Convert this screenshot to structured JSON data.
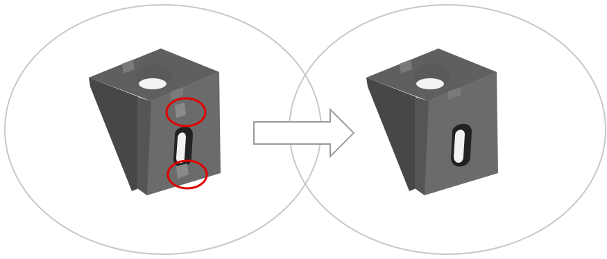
{
  "figure": {
    "panels": [
      {
        "id": "before",
        "highlight_markers": 2,
        "slot_count": 1,
        "top_hole_count": 1
      },
      {
        "id": "after",
        "highlight_markers": 0,
        "slot_count": 1,
        "top_hole_count": 1
      }
    ],
    "arrow": {
      "direction": "right"
    },
    "colors": {
      "background": "#ffffff",
      "circle_outline": "#c8c8c8",
      "highlight": "#e00000",
      "arrow_outline": "#9a9a9a",
      "bracket_top": "#5f5f5f",
      "bracket_front": "#6b6b6b",
      "bracket_side": "#474747",
      "bracket_dark": "#2a2a2a"
    }
  }
}
